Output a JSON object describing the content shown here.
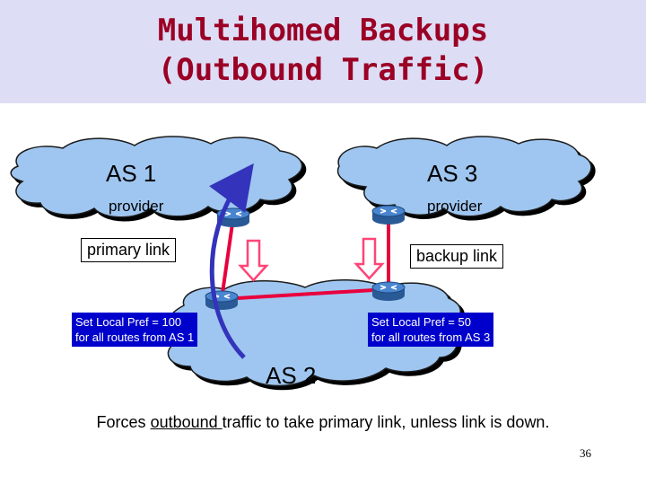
{
  "title": {
    "line1": "Multihomed Backups",
    "line2": "(Outbound Traffic)"
  },
  "clouds": {
    "as1": {
      "name": "AS 1",
      "role": "provider"
    },
    "as3": {
      "name": "AS 3",
      "role": "provider"
    },
    "as2": {
      "name": "AS 2"
    }
  },
  "links": {
    "primary_label": "primary link",
    "backup_label": "backup link"
  },
  "local_pref": {
    "left": {
      "line1": "Set Local Pref = 100",
      "line2": "for all routes from AS 1"
    },
    "right": {
      "line1": "Set Local Pref = 50",
      "line2": "for all routes from AS 3"
    }
  },
  "caption": {
    "before": "Forces ",
    "underlined": "outbound ",
    "after": "traffic to take primary link, unless link is down."
  },
  "page_number": "36",
  "colors": {
    "title": "#9b0025",
    "title_band": "#ddddf5",
    "cloud": "#9fc6f0",
    "link": "#e8003e",
    "router": "#3f74b8",
    "arrow": "#3333bb",
    "pref_box": "#0000cc",
    "down_arrow": "#ff4477"
  },
  "icons": {
    "router": "router-icon",
    "flow_arrow": "curved-arrow",
    "preference_arrow": "down-arrow"
  }
}
